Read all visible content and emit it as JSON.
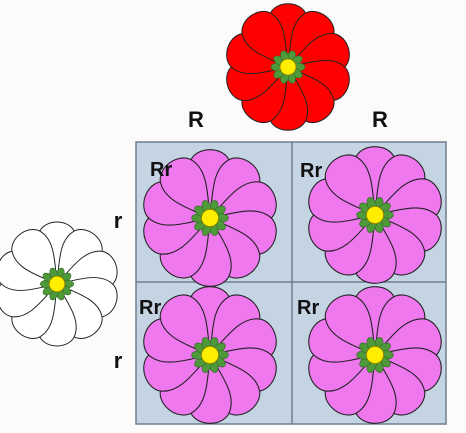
{
  "colors": {
    "background": "#fbfbfb",
    "grid_fill": "#c4d4e3",
    "grid_line": "#6e7f8f",
    "red_petal": "#ff0000",
    "pink_petal": "#ef78ef",
    "white_petal": "#ffffff",
    "petal_outline": "#222222",
    "flower_leaf": "#4e9a3a",
    "flower_center": "#ffee00"
  },
  "top_parent": {
    "flower": "red-flower-icon",
    "alleles": [
      "R",
      "R"
    ]
  },
  "left_parent": {
    "flower": "white-flower-icon",
    "alleles": [
      "r",
      "r"
    ]
  },
  "punnett_square": {
    "cells": [
      {
        "genotype": "Rr",
        "flower": "pink-flower-icon"
      },
      {
        "genotype": "Rr",
        "flower": "pink-flower-icon"
      },
      {
        "genotype": "Rr",
        "flower": "pink-flower-icon"
      },
      {
        "genotype": "Rr",
        "flower": "pink-flower-icon"
      }
    ]
  }
}
